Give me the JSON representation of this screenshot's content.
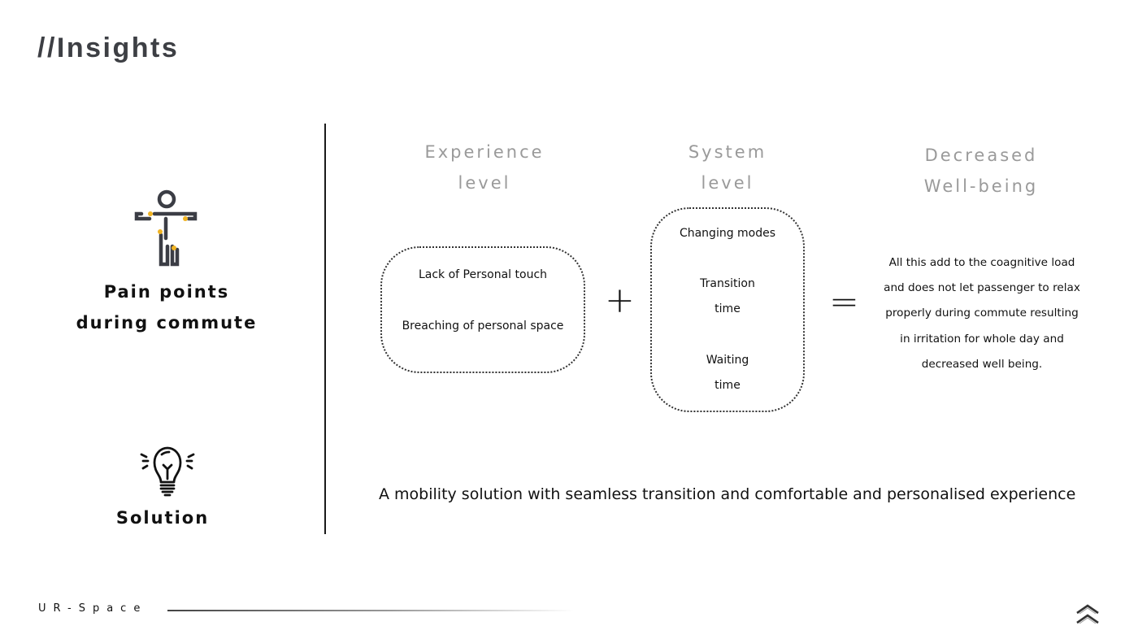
{
  "header": {
    "title": "//Insights"
  },
  "left": {
    "pain_points": {
      "icon": "person-body-icon",
      "label_line1": "Pain points",
      "label_line2": "during commute"
    },
    "solution": {
      "icon": "lightbulb-icon",
      "label": "Solution"
    }
  },
  "columns": {
    "experience": {
      "heading_line1": "Experience",
      "heading_line2": "level",
      "items": [
        "Lack of Personal touch",
        "Breaching of personal space"
      ]
    },
    "system": {
      "heading_line1": "System",
      "heading_line2": "level",
      "items": [
        "Changing modes",
        "Transition",
        "time",
        "Waiting",
        "time"
      ]
    },
    "wellbeing": {
      "heading_line1": "Decreased",
      "heading_line2": "Well-being",
      "lines": [
        "All this add to the coagnitive load",
        "and does not let passenger to relax",
        "properly during commute resulting",
        "in irritation for whole day and",
        "decreased well being."
      ]
    }
  },
  "operators": {
    "plus": "+",
    "equals": "="
  },
  "solution_statement": "A mobility solution with seamless transition and comfortable and personalised experience",
  "footer": {
    "brand": "UR-Space",
    "logo_icon": "double-chevron-logo-icon"
  },
  "colors": {
    "accent_dots": "#f0b323",
    "icon_stroke": "#3b3d45",
    "heading_gray": "#9a9a9a"
  }
}
